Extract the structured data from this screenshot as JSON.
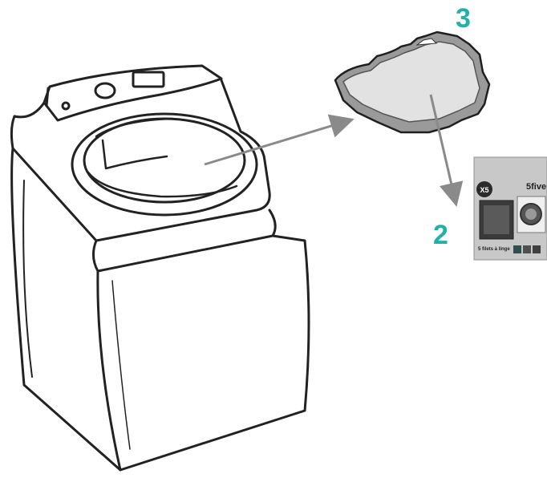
{
  "steps": [
    {
      "label": "3"
    },
    {
      "label": "2"
    }
  ],
  "package": {
    "brand": "5five",
    "badge": "X5",
    "caption": "5 filets à linge"
  },
  "colors": {
    "step_number": "#22b0a8",
    "arrow": "#8a8a8a",
    "outline": "#222222",
    "lint_fill": "#dedede",
    "package_bg": "#c8c8c8"
  },
  "icons": {
    "appliance": "top-load-washing-machine",
    "lint": "lint-clump",
    "package": "laundry-bag-package"
  }
}
